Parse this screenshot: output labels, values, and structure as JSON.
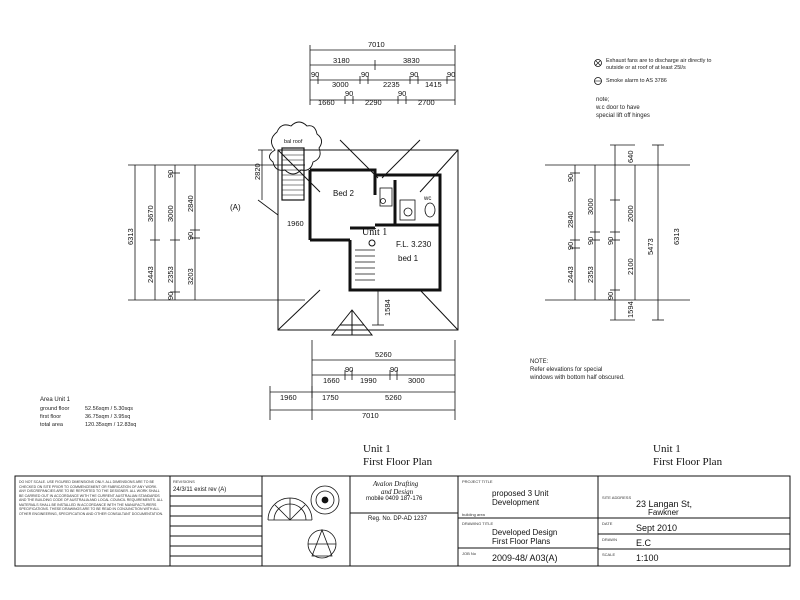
{
  "dimensions": {
    "top": {
      "overall": "7010",
      "row2": [
        "3180",
        "3830"
      ],
      "row3": [
        "90",
        "3000",
        "90",
        "2235",
        "90",
        "1415",
        "90"
      ],
      "row4": [
        "1660",
        "90",
        "2290",
        "90",
        "2700"
      ]
    },
    "bottom": {
      "row1": "5260",
      "row2": [
        "1660",
        "90",
        "1990",
        "90",
        "3000"
      ],
      "row3": [
        "1960",
        "1750",
        "5260"
      ],
      "overall": "7010"
    },
    "left": {
      "overall": "6313",
      "groupA": [
        "3670",
        "2443"
      ],
      "groupB": [
        "90",
        "3000",
        "2353",
        "90"
      ],
      "groupC": [
        "2840",
        "90",
        "3203"
      ],
      "top_offset": "2820"
    },
    "right": {
      "overall": "6313",
      "col1": [
        "90",
        "2840",
        "90",
        "2443"
      ],
      "col2": [
        "3000",
        "90",
        "2353"
      ],
      "col3": [
        "640",
        "2000",
        "90",
        "2100",
        "5473",
        "90",
        "1594"
      ]
    },
    "interior": {
      "door": "1960",
      "stair": "1584"
    }
  },
  "plan_labels": {
    "bal_roof": "bal roof",
    "bed2": "Bed 2",
    "unit": "Unit 1",
    "fl": "F.L. 3.230",
    "bed1": "bed 1",
    "wc": "wc",
    "ref_a": "(A)"
  },
  "legend": {
    "item1": "Exhaust fans are to discharge air directly to outside or at roof of at least 25l/s",
    "item2": "Smoke alarm to AS 3786",
    "note_title": "note;",
    "note_body1": "w.c door to have",
    "note_body2": "special lift off hinges"
  },
  "bottom_note": {
    "title": "NOTE:",
    "line1": "Refer elevations for special",
    "line2": "windows with bottom half obscured."
  },
  "area": {
    "title": "Area Unit 1",
    "rows": [
      {
        "label": "ground floor",
        "value": "52.56sqm / 5.30sqs"
      },
      {
        "label": "first floor",
        "value": "36.75sqm / 3.95sq"
      },
      {
        "label": "total area",
        "value": "120.35sqm / 12.83sq"
      }
    ]
  },
  "captions": {
    "left_line1": "Unit 1",
    "left_line2": "First Floor Plan",
    "right_line1": "Unit 1",
    "right_line2": "First Floor Plan"
  },
  "title_block": {
    "revisions_label": "REVISIONS",
    "revision_entry": "24/3/11  exist rev (A)",
    "company_name": "Avalon Drafting",
    "company_name2": "and Design",
    "company_mobile": "mobile 0409 187-176",
    "reg_no": "Reg. No. DP-AD 1237",
    "project_label": "PROJECT TITLE",
    "project_line1": "proposed 3 Unit",
    "project_line2": "Development",
    "drawing_label": "DRAWING TITLE",
    "drawing_line1": "Developed Design",
    "drawing_line2": "First Floor Plans",
    "job_label": "JOB No",
    "job_no": "2009-48/ A03(A)",
    "address_label": "SITE ADDRESS",
    "address_line1": "23 Langan St,",
    "address_line2": "Fawkner",
    "date_label": "DATE",
    "date": "Sept 2010",
    "drawn_label": "DRAWN",
    "drawn": "E.C",
    "scale_label": "SCALE",
    "scale": "1:100",
    "building_area_label": "building area",
    "disclaimer": "DO NOT SCALE. USE FIGURED DIMENSIONS ONLY. ALL DIMENSIONS ARE TO BE CHECKED ON SITE PRIOR TO COMMENCEMENT OR FABRICATION OF ANY WORK. ANY DISCREPANCIES ARE TO BE REPORTED TO THE DESIGNER. ALL WORK SHALL BE CARRIED OUT IN ACCORDANCE WITH THE CURRENT AUSTRALIAN STANDARDS AND THE BUILDING CODE OF AUSTRALIA AND LOCAL COUNCIL REQUIREMENTS. ALL MATERIALS SHALL BE INSTALLED IN ACCORDANCE WITH THE MANUFACTURERS SPECIFICATIONS. THESE DRAWINGS ARE TO BE READ IN CONJUNCTION WITH ALL OTHER ENGINEERING, SPECIFICATION AND OTHER CONSULTANT DOCUMENTATION."
  }
}
